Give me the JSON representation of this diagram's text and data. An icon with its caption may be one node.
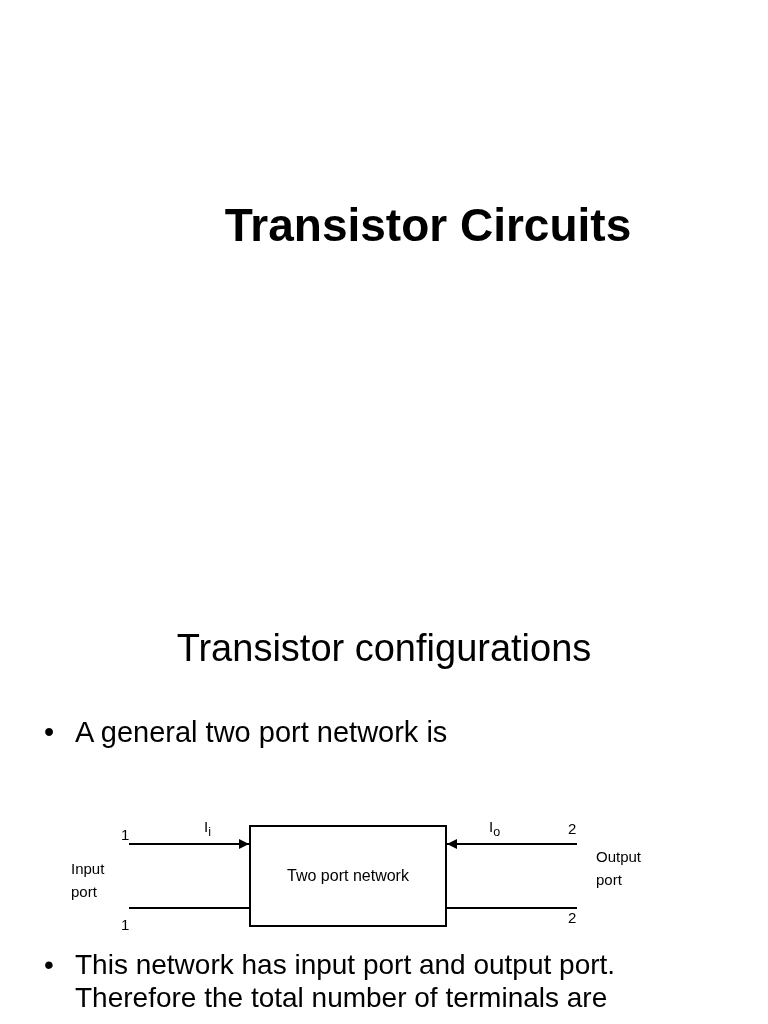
{
  "diagram": {
    "title": "Transistor Circuits",
    "nodes": [
      {
        "text": [
          "Two port network"
        ]
      },
      {
        "text": [
          "1"
        ]
      },
      {
        "text": [
          "2"
        ]
      },
      {
        "text": [
          "1"
        ]
      },
      {
        "text": [
          "2"
        ]
      }
    ],
    "edges": [
      {
        "from": 1,
        "to": 0,
        "arrow": "to",
        "label": "I$_{i}$"
      },
      {
        "from": 3,
        "to": 0,
        "arrow": "none"
      },
      {
        "from": 2,
        "to": 0,
        "arrow": "to",
        "label": "I$_{o}$"
      },
      {
        "from": 0,
        "to": 4,
        "arrow": "none"
      }
    ],
    "labels": [
      "Transistor configurations",
      "•",
      "A general two port network is",
      "Input port",
      "Output port",
      "•",
      "This network has input port and output port. Therefore the total number of terminals are"
    ]
  }
}
